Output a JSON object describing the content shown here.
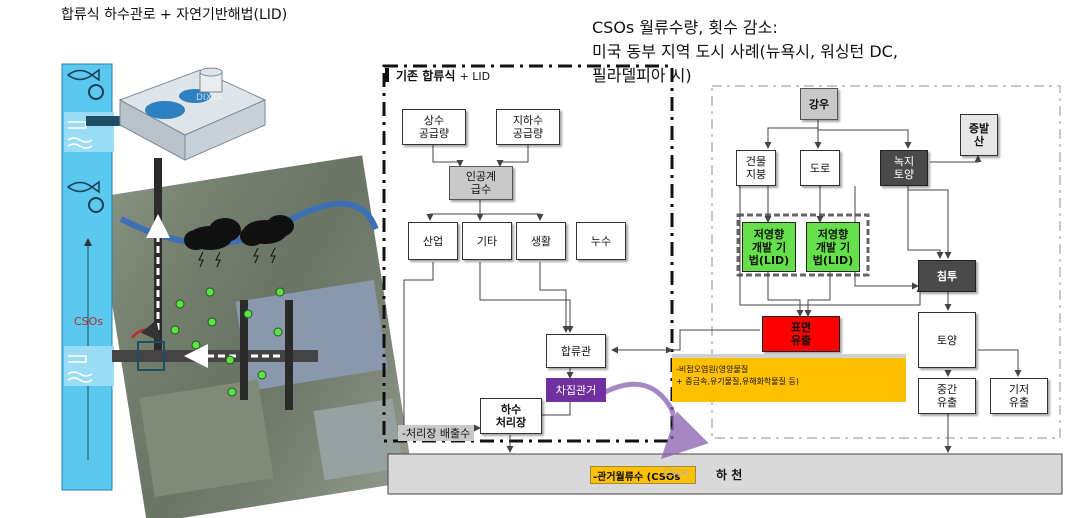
{
  "left": {
    "title": "합류식 하수관로 + 자연기반해법(LID)",
    "cso_label": "CSOs",
    "watermark": "DIXTA"
  },
  "right": {
    "header_line1": "CSOs 월류수량, 횟수 감소:",
    "header_line2": "미국 동부 지역 도시 사례(뉴욕시, 워싱턴 DC,",
    "header_line3": "필라델피아 시)",
    "frame_title": "기존 합류식",
    "frame_title_suffix": "+ LID",
    "left_nodes": {
      "water_supply": "상수\n공급량",
      "ground_water": "지하수\n공급량",
      "artificial": "인공계\n급수",
      "industry": "산업",
      "other": "기타",
      "domestic": "생활",
      "leak": "누수",
      "combined_pipe": "합류관",
      "intercept_pipe": "차집관거",
      "treatment_plant": "하수\n처리장",
      "discharge": "-처리장 배출수"
    },
    "right_nodes": {
      "rain": "강우",
      "evaporation": "증발\n산",
      "building": "건물\n지붕",
      "road": "도로",
      "green": "녹지\n토양",
      "lid1": "저영향\n개발 기\n법(LID)",
      "lid2": "저영향\n개발 기\n법(LID)",
      "infiltration": "침투",
      "surface_runoff": "표면\n유출",
      "soil": "토양",
      "interflow": "중간\n유출",
      "baseflow": "기저\n유출"
    },
    "pollutant_note_1": "-비점오염원(영양물질",
    "pollutant_note_2": "+ 중금속,유기물질,유해화학물질 등)",
    "river_label": "하 천",
    "cso_tag": "-관거월류수 (CSOs",
    "cso_tag_tail": "CSOs"
  },
  "colors": {
    "river_strip": "#5bc8ee",
    "surface_runoff": "#ff0000",
    "lid": "#66e04a",
    "intercept": "#7030a0",
    "pollutant": "#ffc000",
    "river": "#d9d9d9"
  }
}
